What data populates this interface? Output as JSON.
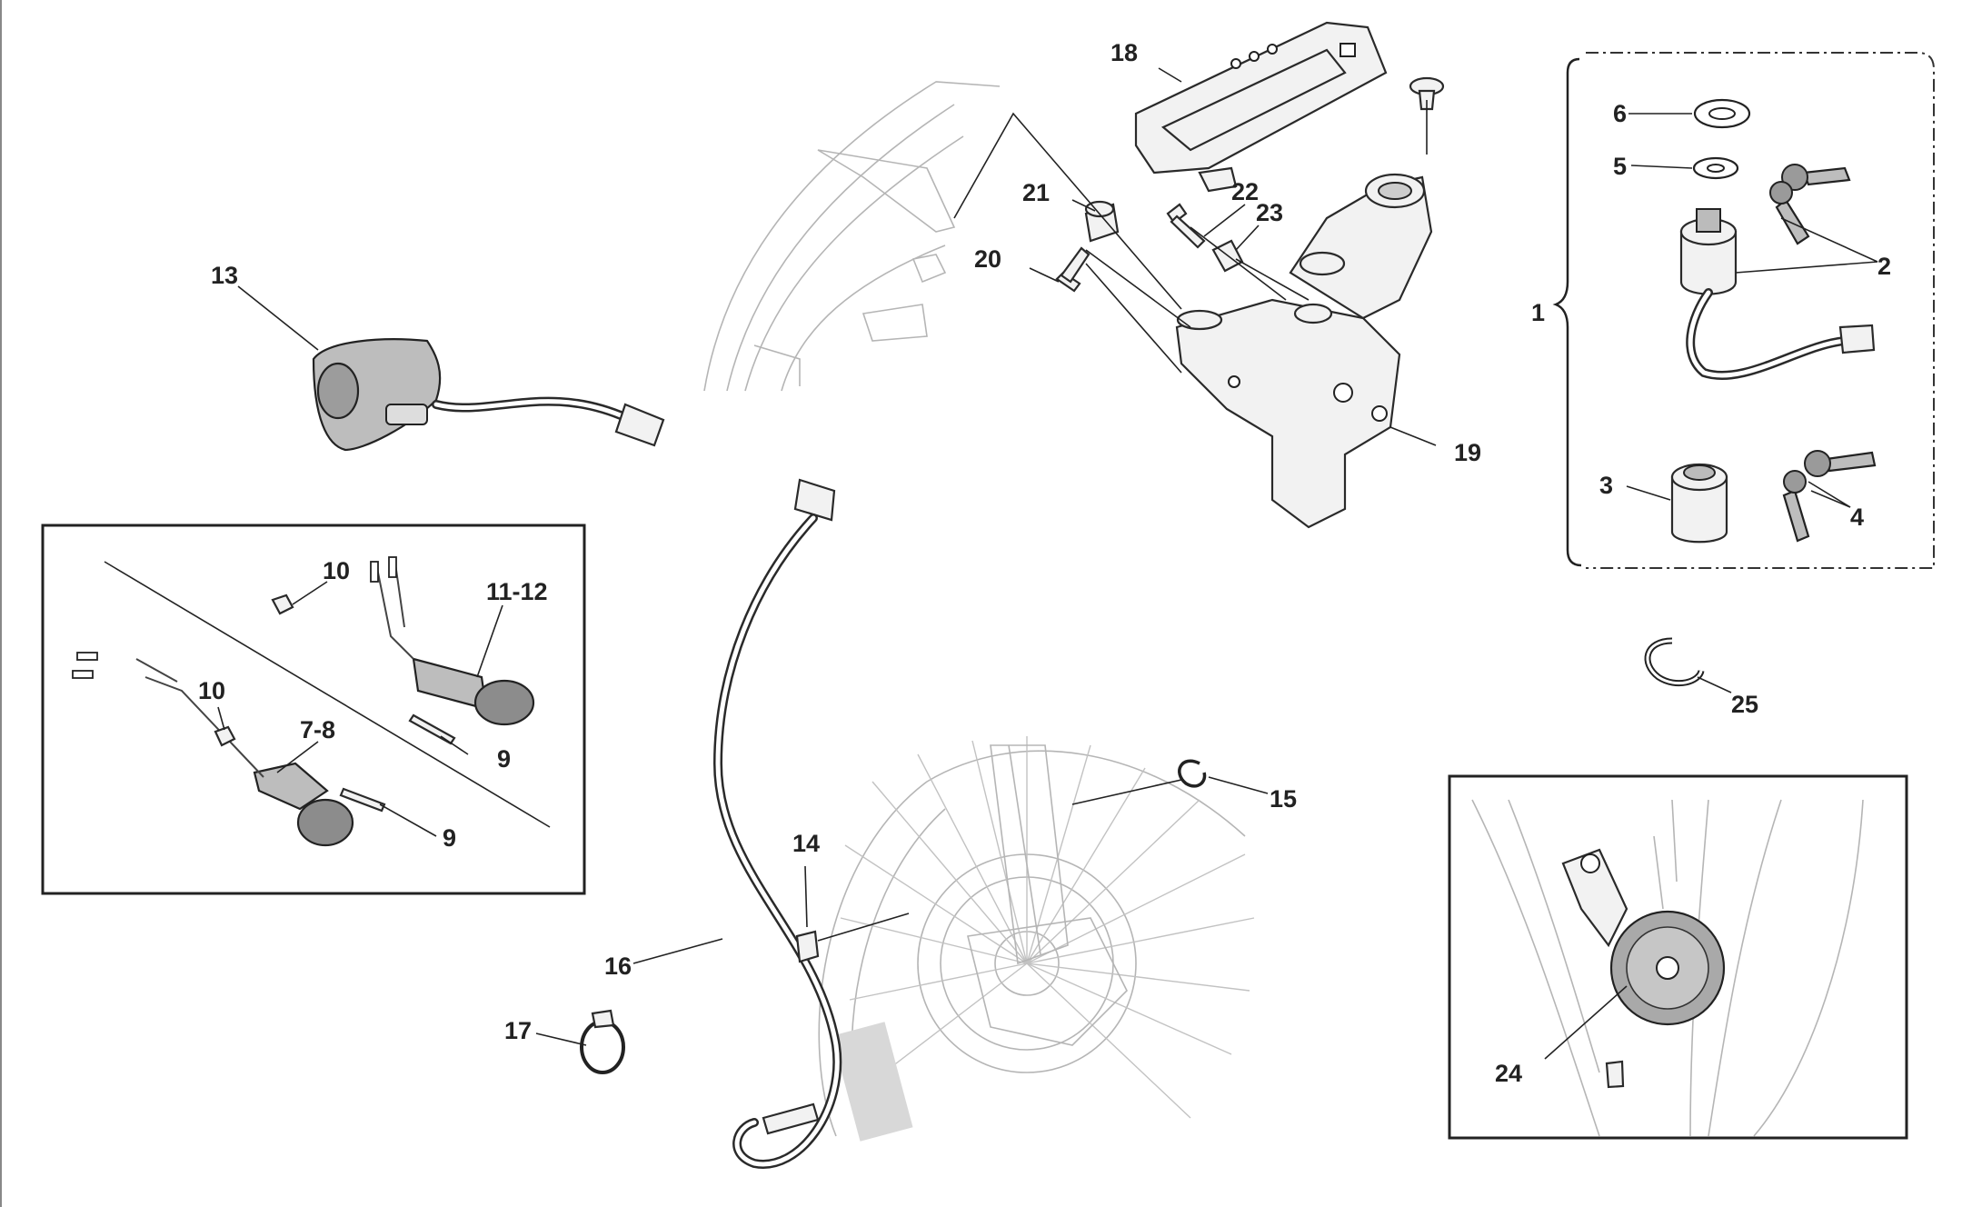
{
  "diagram": {
    "part_labels": {
      "p1": "1",
      "p2": "2",
      "p3": "3",
      "p4": "4",
      "p5": "5",
      "p6": "6",
      "p7_8": "7-8",
      "p9a": "9",
      "p9b": "9",
      "p10a": "10",
      "p10b": "10",
      "p11_12": "11-12",
      "p13": "13",
      "p14": "14",
      "p15": "15",
      "p16": "16",
      "p17": "17",
      "p18": "18",
      "p19": "19",
      "p20": "20",
      "p21": "21",
      "p22": "22",
      "p23": "23",
      "p24": "24",
      "p25": "25"
    }
  }
}
